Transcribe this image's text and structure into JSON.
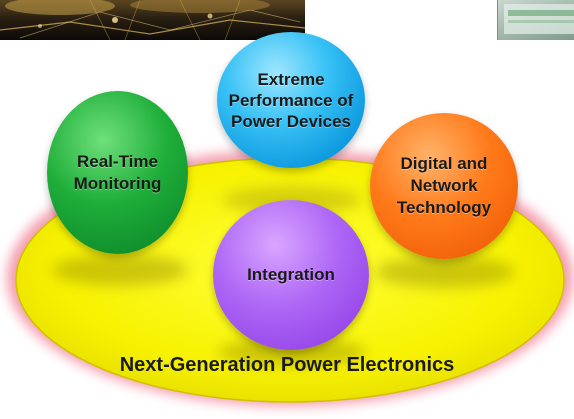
{
  "diagram": {
    "title": "Next-Generation Power Electronics",
    "nodes": [
      {
        "id": "extreme-performance",
        "label": "Extreme\nPerformance of\nPower Devices",
        "color": "#1fb2f0"
      },
      {
        "id": "real-time-monitoring",
        "label": "Real-Time\nMonitoring",
        "color": "#1aa83a"
      },
      {
        "id": "digital-network",
        "label": "Digital and\nNetwork\nTechnology",
        "color": "#ff6a10"
      },
      {
        "id": "integration",
        "label": "Integration",
        "color": "#a55cf0"
      }
    ],
    "platform": {
      "fill_color": "#f5f500",
      "glow_color": "#f07a92"
    }
  }
}
